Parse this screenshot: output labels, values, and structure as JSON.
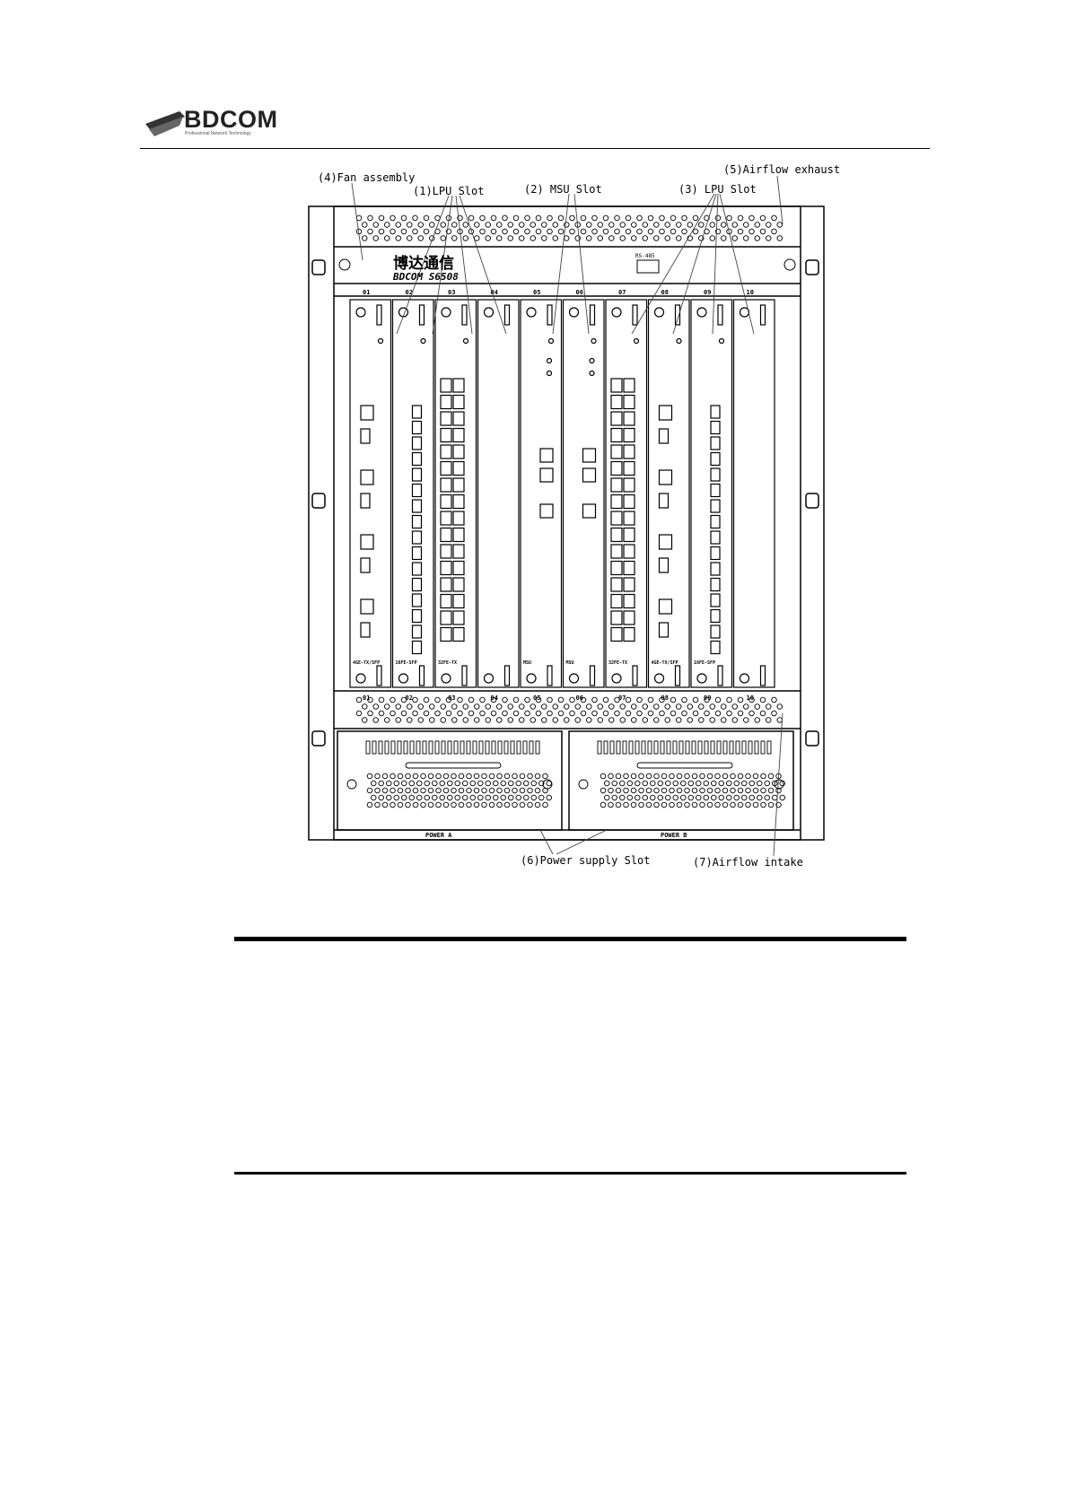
{
  "header": {
    "brand": "BDCOM",
    "tagline": "Professional Network Technology"
  },
  "chassis": {
    "logo_cn": "博达通信",
    "model": "BDCOM S6508",
    "console_label": "RS-485",
    "slot_numbers": [
      "01",
      "02",
      "03",
      "04",
      "05",
      "06",
      "07",
      "08",
      "09",
      "10"
    ],
    "card_names": [
      "4GE-TX/SFP",
      "16FE-SFP",
      "32FE-TX",
      "",
      "MSU",
      "MSU",
      "32FE-TX",
      "4GE-TX/SFP",
      "16FE-SFP",
      ""
    ],
    "power_labels": [
      "POWER A",
      "POWER B"
    ]
  },
  "callouts": {
    "fan": "(4)Fan assembly",
    "lpu_left": "(1)LPU Slot",
    "msu": "(2) MSU Slot",
    "lpu_right": "(3) LPU Slot",
    "exhaust": "(5)Airflow exhaust",
    "power": "(6)Power supply Slot",
    "intake": "(7)Airflow intake"
  }
}
